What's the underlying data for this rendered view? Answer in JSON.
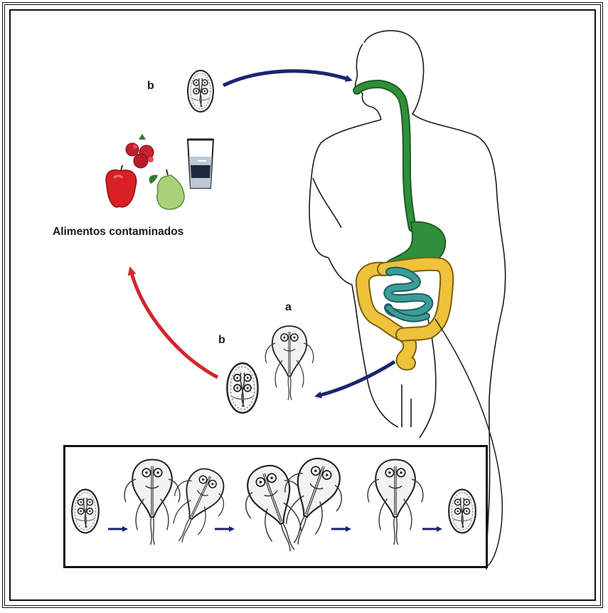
{
  "labels": {
    "cyst_top": "b",
    "food_caption": "Alimentos contaminados",
    "trophozoite": "a",
    "cyst_bottom": "b"
  },
  "colors": {
    "ingestion_arrow": "#1b2470",
    "contamination_arrow": "#d4252b",
    "esophagus_stomach": "#2f8f3a",
    "small_intestine": "#3c9c99",
    "large_intestine": "#eec23a",
    "outline": "#1a1a1a"
  },
  "icons": [
    "cyst-icon",
    "trophozoite-icon",
    "raspberries-icon",
    "apple-icon",
    "pear-icon",
    "water-glass-icon",
    "human-silhouette-icon"
  ]
}
